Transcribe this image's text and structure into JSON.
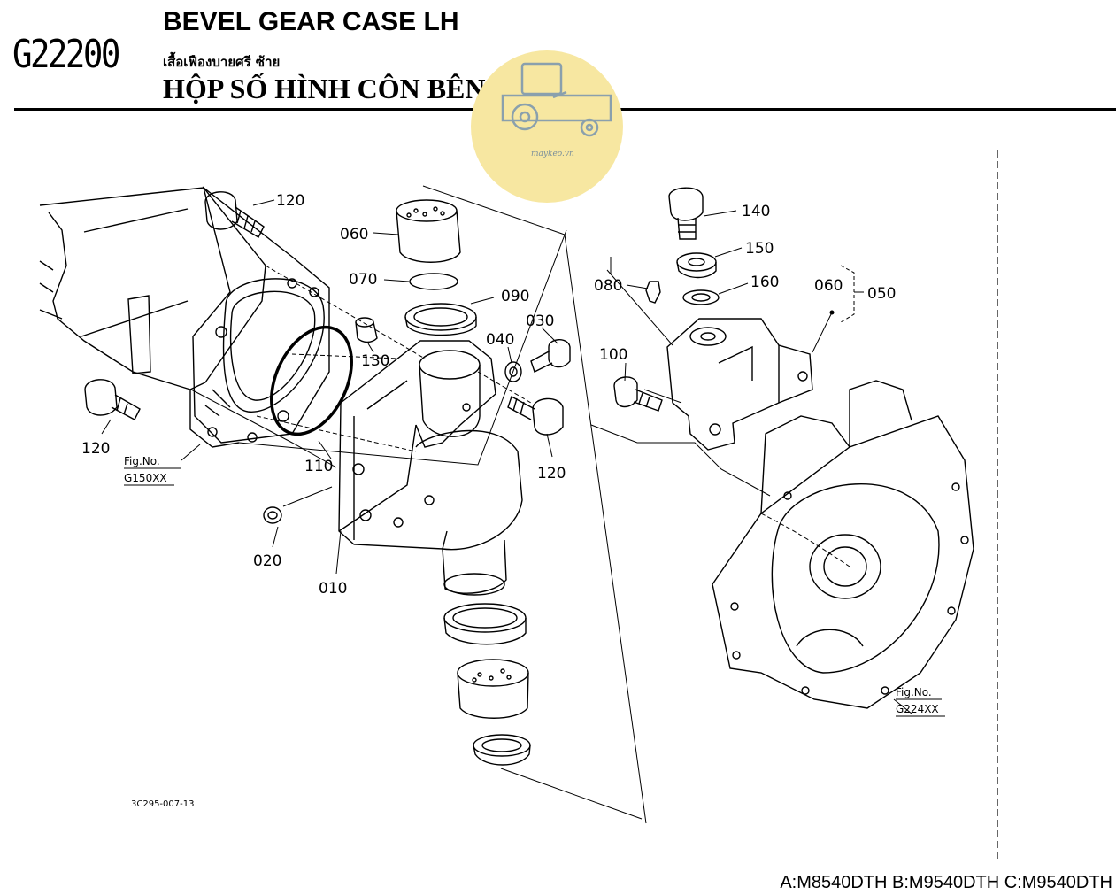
{
  "header": {
    "code": "G22200",
    "title_en": "BEVEL GEAR CASE LH",
    "title_th": "เสื้อเฟืองบายศรี ซ้าย",
    "title_vi": "HỘP SỐ HÌNH CÔN BÊN TRÁI"
  },
  "watermark": {
    "text": "maykeo.vn",
    "circle_color": "#f7e7a1",
    "icon": "tractor-icon"
  },
  "parts": {
    "p120a": "120",
    "p120b": "120",
    "p120c": "120",
    "p060a": "060",
    "p070": "070",
    "p090": "090",
    "p030": "030",
    "p040": "040",
    "p130": "130",
    "p110": "110",
    "p020": "020",
    "p010": "010",
    "p140": "140",
    "p150": "150",
    "p160": "160",
    "p080": "080",
    "p060b": "060",
    "p050": "050",
    "p100": "100"
  },
  "fig_refs": {
    "left_line1": "Fig.No.",
    "left_line2": "G150XX",
    "right_line1": "Fig.No.",
    "right_line2": "G224XX"
  },
  "document_number": "3C295-007-13",
  "models": "A:M8540DTH B:M9540DTH C:M9540DTH"
}
